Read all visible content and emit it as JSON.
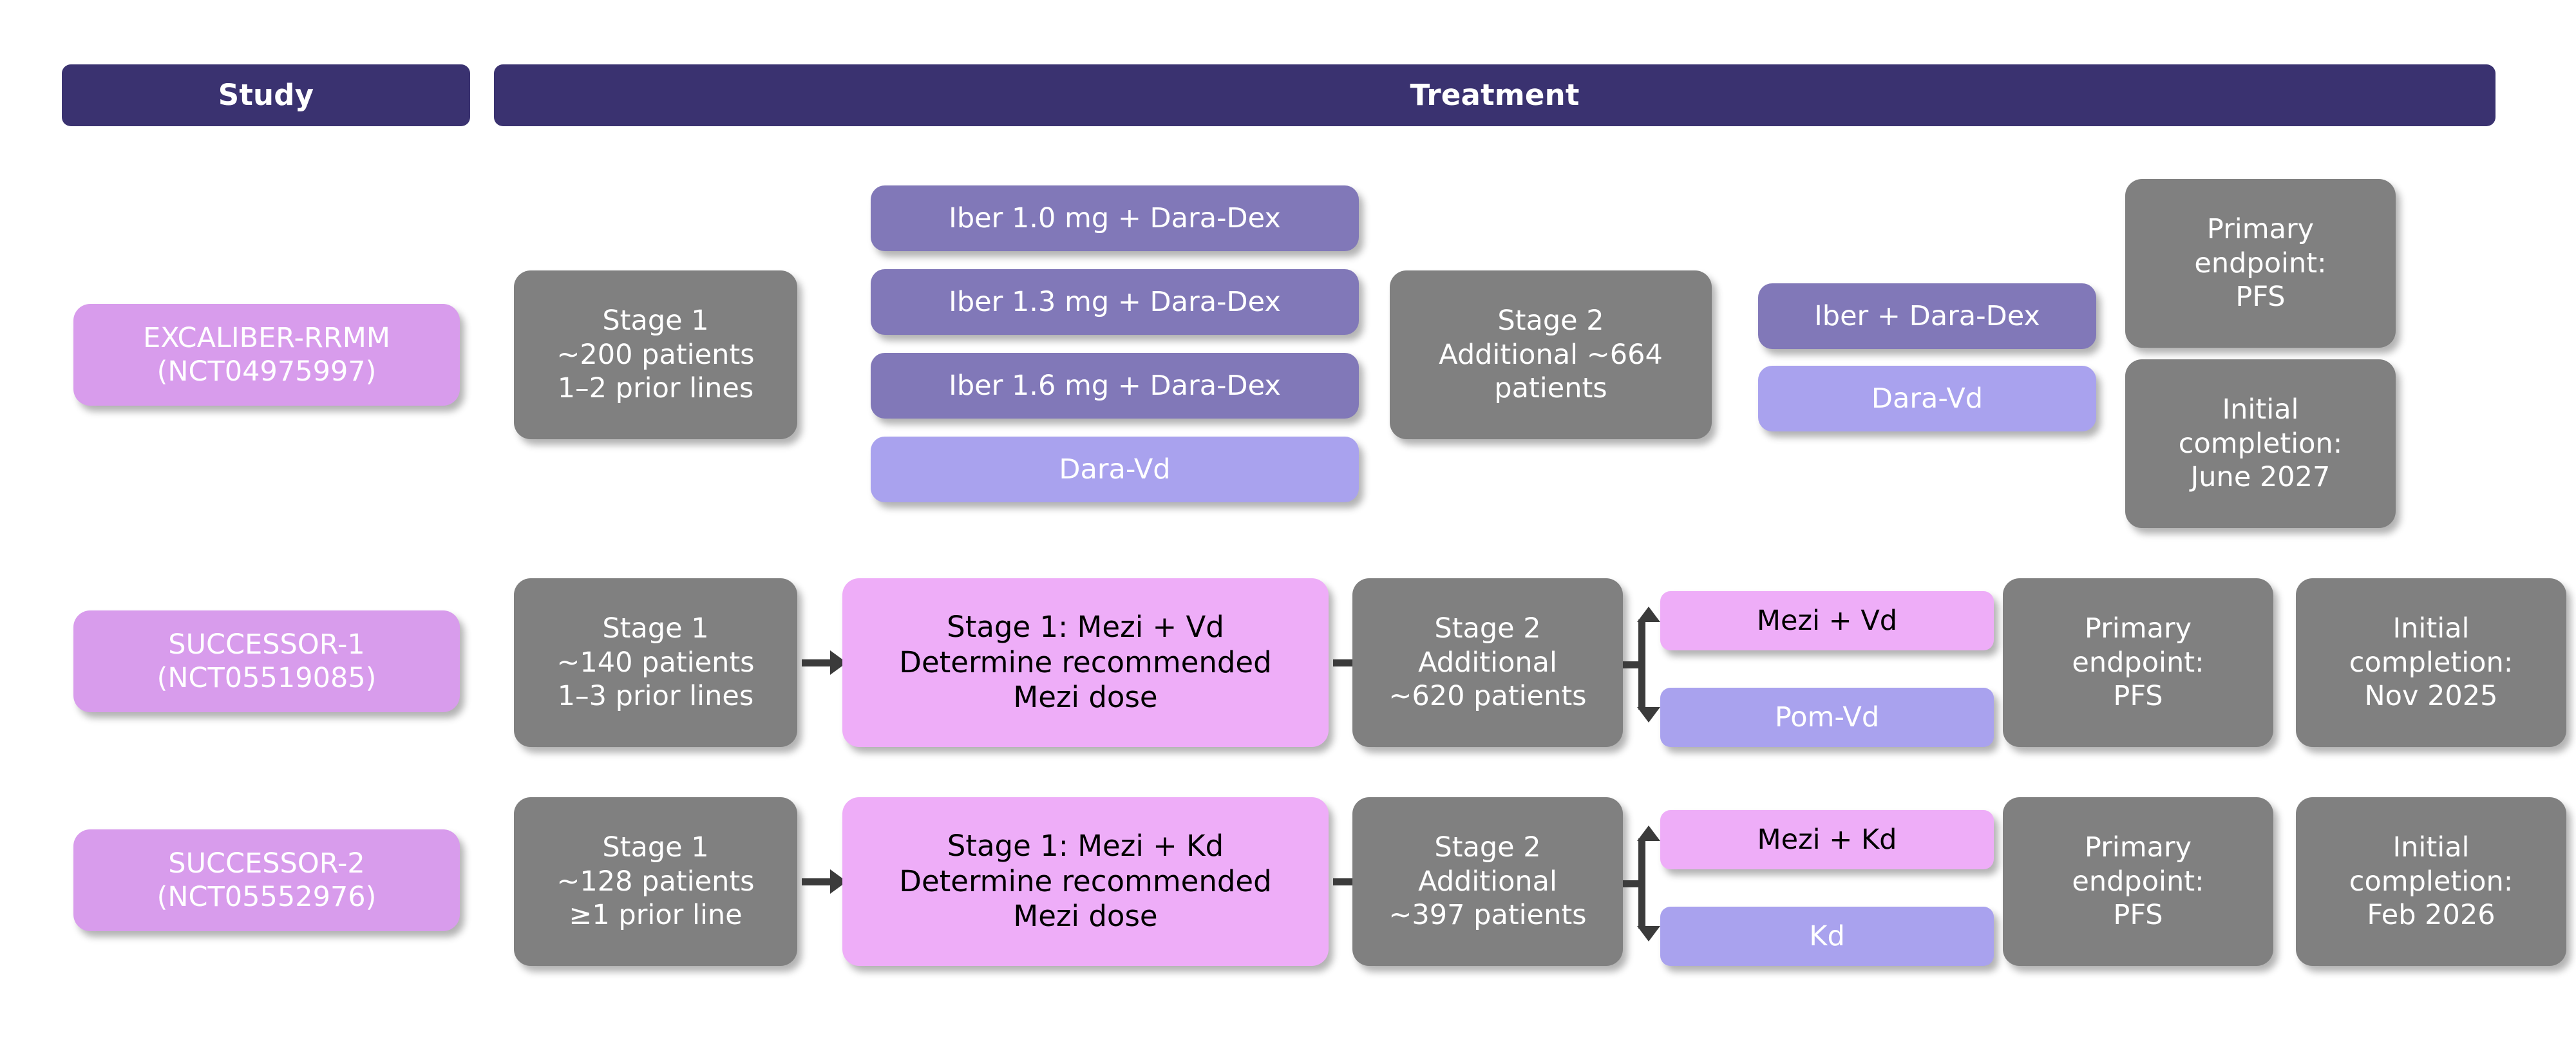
{
  "header": {
    "study_label": "Study",
    "treatment_label": "Treatment"
  },
  "colors": {
    "header_bar": "#3a3270",
    "study_pill": "#d89cec",
    "gray_box": "#808080",
    "pink_box": "#eeadf8",
    "purple_dark": "#8178b8",
    "purple_light": "#a9a2ee",
    "connector": "#3b3b3b"
  },
  "rows": [
    {
      "study_name": "EXCALIBER-RRMM\n(NCT04975997)",
      "stage1": "Stage 1\n~200 patients\n1–2 prior lines",
      "stage1_arms": [
        "Iber 1.0 mg + Dara-Dex",
        "Iber 1.3 mg + Dara-Dex",
        "Iber 1.6 mg + Dara-Dex",
        "Dara-Vd"
      ],
      "stage2": "Stage 2\nAdditional ~664 patients",
      "stage2_arms": [
        "Iber + Dara-Dex",
        "Dara-Vd"
      ],
      "primary_endpoint": "Primary\nendpoint:\nPFS",
      "initial_completion": "Initial\ncompletion:\nJune 2027"
    },
    {
      "study_name": "SUCCESSOR-1\n(NCT05519085)",
      "stage1": "Stage 1\n~140 patients\n1–3 prior lines",
      "stage1_dose": "Stage 1: Mezi + Vd\nDetermine recommended\nMezi dose",
      "stage2": "Stage 2\nAdditional\n~620 patients",
      "stage2_arms": [
        "Mezi + Vd",
        "Pom-Vd"
      ],
      "primary_endpoint": "Primary\nendpoint:\nPFS",
      "initial_completion": "Initial\ncompletion:\nNov 2025"
    },
    {
      "study_name": "SUCCESSOR-2\n(NCT05552976)",
      "stage1": "Stage 1\n~128 patients\n≥1 prior line",
      "stage1_dose": "Stage 1: Mezi + Kd\nDetermine recommended\nMezi dose",
      "stage2": "Stage 2\nAdditional\n~397 patients",
      "stage2_arms": [
        "Mezi + Kd",
        "Kd"
      ],
      "primary_endpoint": "Primary\nendpoint:\nPFS",
      "initial_completion": "Initial\ncompletion:\nFeb 2026"
    }
  ]
}
